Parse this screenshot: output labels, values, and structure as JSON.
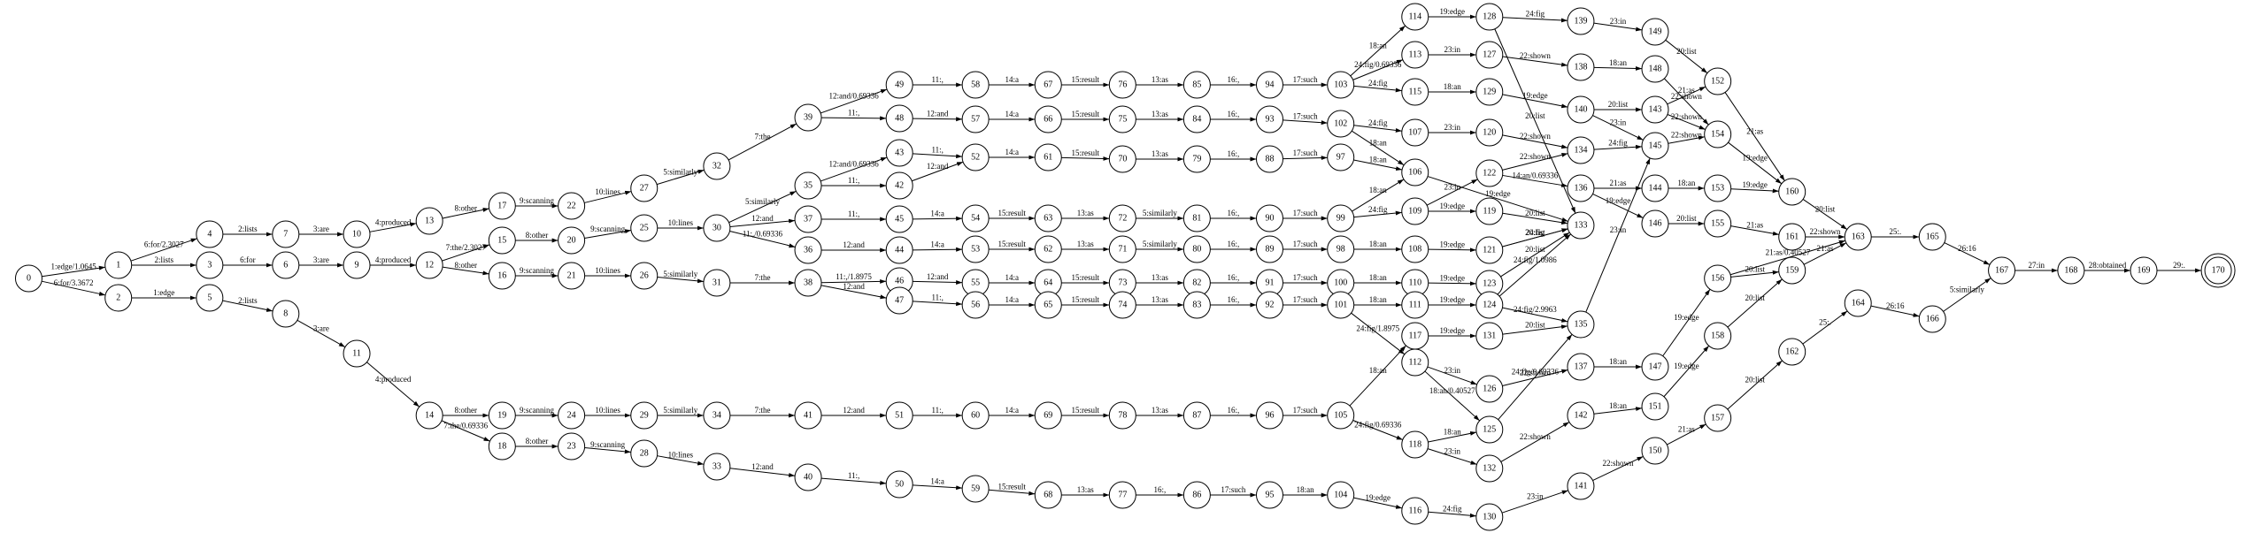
{
  "graph": {
    "start_state": "0",
    "final_state": "170",
    "nodes": [
      "0",
      "1",
      "2",
      "3",
      "4",
      "5",
      "6",
      "7",
      "8",
      "9",
      "10",
      "11",
      "12",
      "13",
      "14",
      "15",
      "16",
      "17",
      "18",
      "19",
      "20",
      "21",
      "22",
      "23",
      "24",
      "25",
      "26",
      "27",
      "28",
      "29",
      "30",
      "31",
      "32",
      "33",
      "34",
      "35",
      "36",
      "37",
      "38",
      "39",
      "40",
      "41",
      "42",
      "43",
      "44",
      "45",
      "46",
      "47",
      "48",
      "49",
      "50",
      "51",
      "52",
      "53",
      "54",
      "55",
      "56",
      "57",
      "58",
      "59",
      "60",
      "61",
      "62",
      "63",
      "64",
      "65",
      "66",
      "67",
      "68",
      "69",
      "70",
      "71",
      "72",
      "73",
      "74",
      "75",
      "76",
      "77",
      "78",
      "79",
      "80",
      "81",
      "82",
      "83",
      "84",
      "85",
      "86",
      "87",
      "88",
      "89",
      "90",
      "91",
      "92",
      "93",
      "94",
      "95",
      "96",
      "97",
      "98",
      "99",
      "100",
      "101",
      "102",
      "103",
      "104",
      "105",
      "106",
      "107",
      "108",
      "109",
      "110",
      "111",
      "112",
      "113",
      "114",
      "115",
      "116",
      "117",
      "118",
      "119",
      "120",
      "121",
      "122",
      "123",
      "124",
      "125",
      "126",
      "127",
      "128",
      "129",
      "130",
      "131",
      "132",
      "133",
      "134",
      "135",
      "136",
      "137",
      "138",
      "139",
      "140",
      "141",
      "142",
      "143",
      "144",
      "145",
      "146",
      "147",
      "148",
      "149",
      "150",
      "151",
      "152",
      "153",
      "154",
      "155",
      "156",
      "157",
      "158",
      "159",
      "160",
      "161",
      "162",
      "163",
      "164",
      "165",
      "166",
      "167",
      "168",
      "169",
      "170"
    ],
    "edges": [
      [
        "0",
        "1",
        "1:edge/1.0645"
      ],
      [
        "0",
        "2",
        "6:for/3.3672"
      ],
      [
        "1",
        "4",
        "6:for/2.3027"
      ],
      [
        "1",
        "3",
        "2:lists"
      ],
      [
        "2",
        "5",
        "1:edge"
      ],
      [
        "4",
        "7",
        "2:lists"
      ],
      [
        "3",
        "6",
        "6:for"
      ],
      [
        "5",
        "8",
        "2:lists"
      ],
      [
        "7",
        "10",
        "3:are"
      ],
      [
        "6",
        "9",
        "3:are"
      ],
      [
        "8",
        "11",
        "3:are"
      ],
      [
        "10",
        "13",
        "4:produced"
      ],
      [
        "9",
        "12",
        "4:produced"
      ],
      [
        "11",
        "14",
        "4:produced"
      ],
      [
        "13",
        "17",
        "8:other"
      ],
      [
        "12",
        "15",
        "7:the/2.3027"
      ],
      [
        "12",
        "16",
        "8:other"
      ],
      [
        "14",
        "19",
        "8:other"
      ],
      [
        "14",
        "18",
        "7:the/0.69336"
      ],
      [
        "17",
        "22",
        "9:scanning"
      ],
      [
        "15",
        "20",
        "8:other"
      ],
      [
        "16",
        "21",
        "9:scanning"
      ],
      [
        "19",
        "24",
        "9:scanning"
      ],
      [
        "18",
        "23",
        "8:other"
      ],
      [
        "22",
        "27",
        "10:lines"
      ],
      [
        "20",
        "25",
        "9:scanning"
      ],
      [
        "21",
        "26",
        "10:lines"
      ],
      [
        "24",
        "29",
        "10:lines"
      ],
      [
        "23",
        "28",
        "9:scanning"
      ],
      [
        "27",
        "32",
        "5:similarly"
      ],
      [
        "25",
        "30",
        "10:lines"
      ],
      [
        "26",
        "31",
        "5:similarly"
      ],
      [
        "29",
        "34",
        "5:similarly"
      ],
      [
        "28",
        "33",
        "10:lines"
      ],
      [
        "32",
        "39",
        "7:the"
      ],
      [
        "30",
        "35",
        "5:similarly"
      ],
      [
        "30",
        "37",
        "12:and"
      ],
      [
        "30",
        "36",
        "11:,/0.69336"
      ],
      [
        "31",
        "38",
        "7:the"
      ],
      [
        "34",
        "41",
        "7:the"
      ],
      [
        "33",
        "40",
        "12:and"
      ],
      [
        "39",
        "49",
        "12:and/0.69336"
      ],
      [
        "39",
        "48",
        "11:,"
      ],
      [
        "35",
        "43",
        "12:and/0.69336"
      ],
      [
        "35",
        "42",
        "11:,"
      ],
      [
        "37",
        "45",
        "11:,"
      ],
      [
        "36",
        "44",
        "12:and"
      ],
      [
        "38",
        "46",
        "11:,/1.8975"
      ],
      [
        "38",
        "47",
        "12:and"
      ],
      [
        "41",
        "51",
        "12:and"
      ],
      [
        "40",
        "50",
        "11:,"
      ],
      [
        "49",
        "58",
        "11:,"
      ],
      [
        "48",
        "57",
        "12:and"
      ],
      [
        "43",
        "52",
        "11:,"
      ],
      [
        "42",
        "52",
        "12:and"
      ],
      [
        "45",
        "54",
        "14:a"
      ],
      [
        "44",
        "53",
        "14:a"
      ],
      [
        "46",
        "55",
        "12:and"
      ],
      [
        "47",
        "56",
        "11:,"
      ],
      [
        "51",
        "60",
        "11:,"
      ],
      [
        "50",
        "59",
        "14:a"
      ],
      [
        "58",
        "67",
        "14:a"
      ],
      [
        "57",
        "66",
        "14:a"
      ],
      [
        "52",
        "61",
        "14:a"
      ],
      [
        "54",
        "63",
        "15:result"
      ],
      [
        "53",
        "62",
        "15:result"
      ],
      [
        "55",
        "64",
        "14:a"
      ],
      [
        "56",
        "65",
        "14:a"
      ],
      [
        "60",
        "69",
        "14:a"
      ],
      [
        "59",
        "68",
        "15:result"
      ],
      [
        "67",
        "76",
        "15:result"
      ],
      [
        "66",
        "75",
        "15:result"
      ],
      [
        "61",
        "70",
        "15:result"
      ],
      [
        "63",
        "72",
        "13:as"
      ],
      [
        "62",
        "71",
        "13:as"
      ],
      [
        "64",
        "73",
        "15:result"
      ],
      [
        "65",
        "74",
        "15:result"
      ],
      [
        "69",
        "78",
        "15:result"
      ],
      [
        "68",
        "77",
        "13:as"
      ],
      [
        "76",
        "85",
        "13:as"
      ],
      [
        "75",
        "84",
        "13:as"
      ],
      [
        "70",
        "79",
        "13:as"
      ],
      [
        "72",
        "81",
        "5:similarly"
      ],
      [
        "71",
        "80",
        "5:similarly"
      ],
      [
        "73",
        "82",
        "13:as"
      ],
      [
        "74",
        "83",
        "13:as"
      ],
      [
        "78",
        "87",
        "13:as"
      ],
      [
        "77",
        "86",
        "16:,"
      ],
      [
        "85",
        "94",
        "16:,"
      ],
      [
        "84",
        "93",
        "16:,"
      ],
      [
        "79",
        "88",
        "16:,"
      ],
      [
        "81",
        "90",
        "16:,"
      ],
      [
        "80",
        "89",
        "16:,"
      ],
      [
        "82",
        "91",
        "16:,"
      ],
      [
        "83",
        "92",
        "16:,"
      ],
      [
        "87",
        "96",
        "16:,"
      ],
      [
        "86",
        "95",
        "17:such"
      ],
      [
        "94",
        "103",
        "17:such"
      ],
      [
        "93",
        "102",
        "17:such"
      ],
      [
        "88",
        "97",
        "17:such"
      ],
      [
        "90",
        "99",
        "17:such"
      ],
      [
        "89",
        "98",
        "17:such"
      ],
      [
        "91",
        "100",
        "17:such"
      ],
      [
        "92",
        "101",
        "17:such"
      ],
      [
        "96",
        "105",
        "17:such"
      ],
      [
        "95",
        "104",
        "18:an"
      ],
      [
        "103",
        "114",
        "18:an"
      ],
      [
        "103",
        "113",
        "24:fig/0.69336"
      ],
      [
        "103",
        "115",
        "24:fig"
      ],
      [
        "102",
        "107",
        "24:fig"
      ],
      [
        "102",
        "106",
        "18:an"
      ],
      [
        "97",
        "106",
        "18:an"
      ],
      [
        "99",
        "106",
        "18:an"
      ],
      [
        "99",
        "109",
        "24:fig"
      ],
      [
        "98",
        "108",
        "18:an"
      ],
      [
        "100",
        "110",
        "18:an"
      ],
      [
        "101",
        "111",
        "18:an"
      ],
      [
        "101",
        "112",
        "24:fig/1.8975"
      ],
      [
        "105",
        "117",
        "18:an"
      ],
      [
        "105",
        "118",
        "24:fig/0.69336"
      ],
      [
        "104",
        "116",
        "19:edge"
      ],
      [
        "114",
        "128",
        "19:edge"
      ],
      [
        "113",
        "127",
        "23:in"
      ],
      [
        "115",
        "129",
        "18:an"
      ],
      [
        "107",
        "120",
        "23:in"
      ],
      [
        "106",
        "133",
        "19:edge"
      ],
      [
        "109",
        "122",
        "23:in"
      ],
      [
        "109",
        "119",
        "19:edge"
      ],
      [
        "108",
        "121",
        "19:edge"
      ],
      [
        "110",
        "123",
        "19:edge"
      ],
      [
        "111",
        "124",
        "19:edge"
      ],
      [
        "112",
        "126",
        "23:in"
      ],
      [
        "112",
        "125",
        "18:an/0.40527"
      ],
      [
        "117",
        "131",
        "19:edge"
      ],
      [
        "118",
        "125",
        "18:an"
      ],
      [
        "118",
        "132",
        "23:in"
      ],
      [
        "116",
        "130",
        "24:fig"
      ],
      [
        "128",
        "139",
        "24:fig"
      ],
      [
        "128",
        "133",
        "20:list"
      ],
      [
        "127",
        "138",
        "22:shown"
      ],
      [
        "129",
        "140",
        "19:edge"
      ],
      [
        "120",
        "134",
        "22:shown"
      ],
      [
        "122",
        "134",
        "22:shown"
      ],
      [
        "122",
        "136",
        "14:an/0.69336"
      ],
      [
        "119",
        "133",
        "20:list"
      ],
      [
        "121",
        "133",
        "24:fig"
      ],
      [
        "121",
        "133",
        "20:list"
      ],
      [
        "123",
        "133",
        "20:list"
      ],
      [
        "124",
        "133",
        "24:fig/1.0986"
      ],
      [
        "124",
        "135",
        "24:fig/2.9963"
      ],
      [
        "131",
        "135",
        "20:list"
      ],
      [
        "125",
        "135",
        "24:fig/0.69336"
      ],
      [
        "126",
        "137",
        "22:shown"
      ],
      [
        "132",
        "142",
        "22:shown"
      ],
      [
        "130",
        "141",
        "23:in"
      ],
      [
        "139",
        "149",
        "23:in"
      ],
      [
        "138",
        "148",
        "18:an"
      ],
      [
        "140",
        "143",
        "20:list"
      ],
      [
        "140",
        "145",
        "23:in"
      ],
      [
        "134",
        "145",
        "24:fig"
      ],
      [
        "136",
        "144",
        "21:as"
      ],
      [
        "136",
        "146",
        "19:edge"
      ],
      [
        "135",
        "145",
        "23:in"
      ],
      [
        "137",
        "147",
        "18:an"
      ],
      [
        "142",
        "151",
        "18:an"
      ],
      [
        "141",
        "150",
        "22:shown"
      ],
      [
        "149",
        "152",
        "20:list"
      ],
      [
        "148",
        "154",
        "22:shown"
      ],
      [
        "143",
        "152",
        "21:as"
      ],
      [
        "143",
        "154",
        "22:shown"
      ],
      [
        "145",
        "154",
        "22:shown"
      ],
      [
        "144",
        "153",
        "18:an"
      ],
      [
        "146",
        "155",
        "20:list"
      ],
      [
        "147",
        "156",
        "19:edge"
      ],
      [
        "151",
        "158",
        "19:edge"
      ],
      [
        "150",
        "157",
        "21:as"
      ],
      [
        "152",
        "160",
        "21:as"
      ],
      [
        "154",
        "160",
        "19:edge"
      ],
      [
        "153",
        "160",
        "19:edge"
      ],
      [
        "155",
        "161",
        "21:as"
      ],
      [
        "156",
        "159",
        "20:list"
      ],
      [
        "158",
        "159",
        "20:list"
      ],
      [
        "157",
        "162",
        "20:list"
      ],
      [
        "160",
        "163",
        "20:list"
      ],
      [
        "161",
        "163",
        "22:shown"
      ],
      [
        "156",
        "163",
        "21:as/0.40527"
      ],
      [
        "159",
        "163",
        "21:as"
      ],
      [
        "162",
        "164",
        "25:."
      ],
      [
        "163",
        "165",
        "25:."
      ],
      [
        "164",
        "166",
        "26:16"
      ],
      [
        "165",
        "167",
        "26:16"
      ],
      [
        "166",
        "167",
        "5:similarly"
      ],
      [
        "167",
        "168",
        "27:in"
      ],
      [
        "168",
        "169",
        "28:obtained"
      ],
      [
        "169",
        "170",
        "29:."
      ]
    ]
  }
}
